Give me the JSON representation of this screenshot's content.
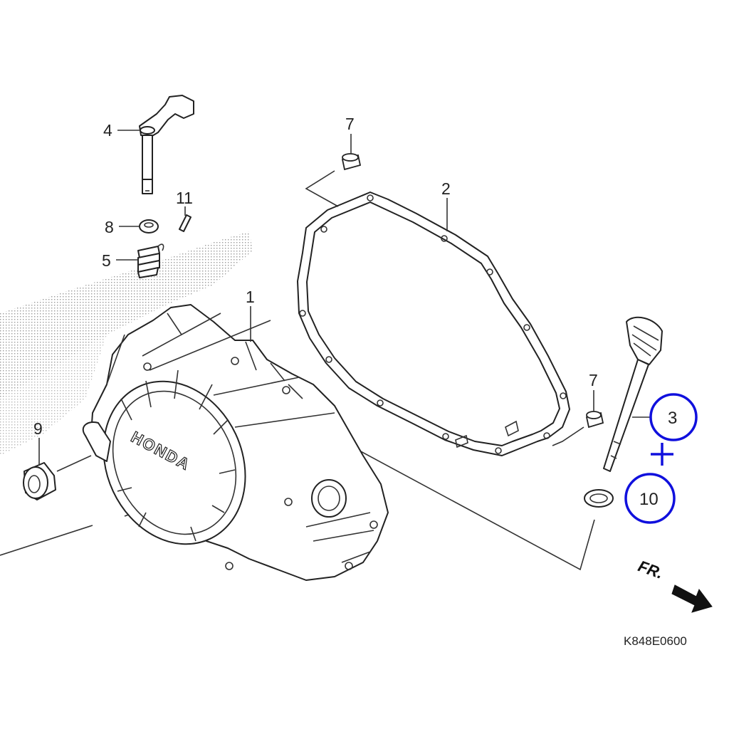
{
  "callouts": {
    "c1": "1",
    "c2": "2",
    "c3": "3",
    "c4": "4",
    "c5": "5",
    "c7a": "7",
    "c7b": "7",
    "c8": "8",
    "c9": "9",
    "c10": "10",
    "c11": "11"
  },
  "brand_text": "HONDA",
  "direction_label": "FR.",
  "diagram_code": "K848E0600",
  "colors": {
    "highlight": "#1010dd",
    "line": "#222222"
  }
}
